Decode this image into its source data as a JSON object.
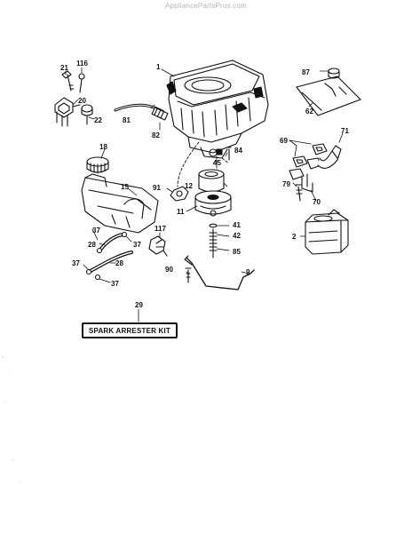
{
  "watermark": "AppliancePartsPros.com",
  "kit_label": "SPARK ARRESTER KIT",
  "callouts": {
    "c1": "1",
    "c2": "2",
    "c9": "9",
    "c11": "11",
    "c12": "12",
    "c15": "15",
    "c18": "18",
    "c20": "20",
    "c21": "21",
    "c22": "22",
    "c28a": "28",
    "c28b": "28",
    "c29": "29",
    "c37a": "37",
    "c37b": "37",
    "c37c": "37",
    "c37d": "37",
    "c41": "41",
    "c42": "42",
    "c45": "45",
    "c62": "62",
    "c69": "69",
    "c70": "70",
    "c71": "71",
    "c79": "79",
    "c81": "81",
    "c82": "82",
    "c84": "84",
    "c85": "85",
    "c87": "87",
    "c90": "90",
    "c91": "91",
    "c116": "116",
    "c117": "117"
  }
}
